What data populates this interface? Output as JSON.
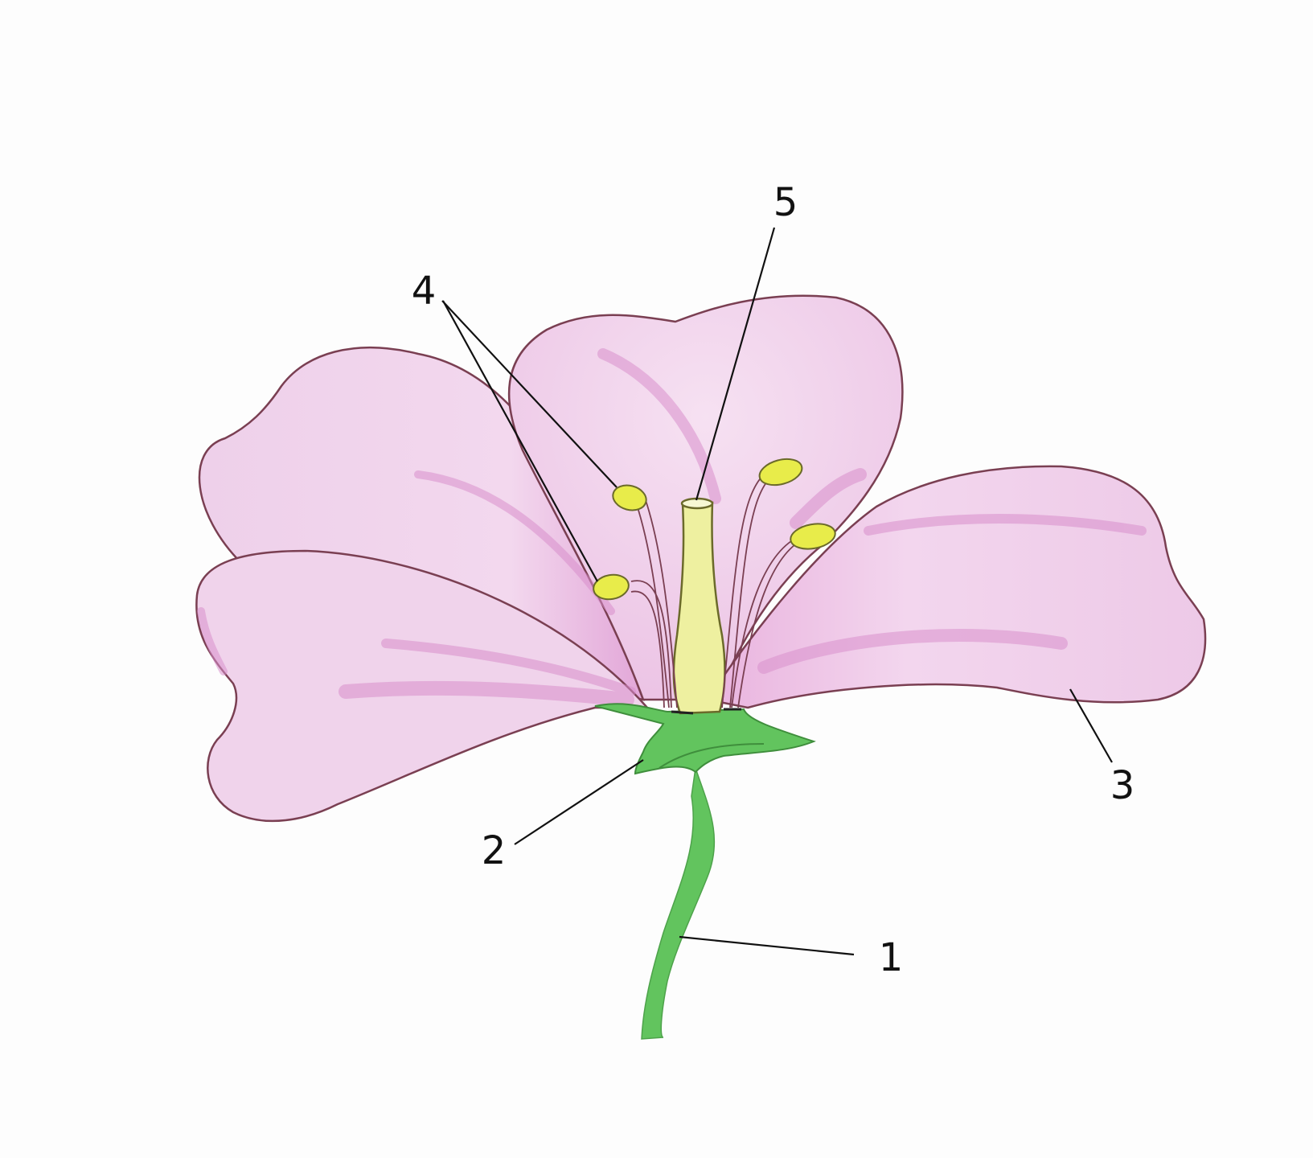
{
  "labels": {
    "stem": "1",
    "sepal": "2",
    "petal": "3",
    "stamens": "4",
    "pistil": "5"
  },
  "colors": {
    "background": "#fdfdfd",
    "petal_fill": "#f1d3ec",
    "petal_shade": "#d98fcc",
    "petal_outline": "#7a3f52",
    "stem_green": "#62c45e",
    "anther_yellow": "#e8ec4a",
    "pistil_yellow": "#eef0a0",
    "leader_line": "#111111"
  }
}
